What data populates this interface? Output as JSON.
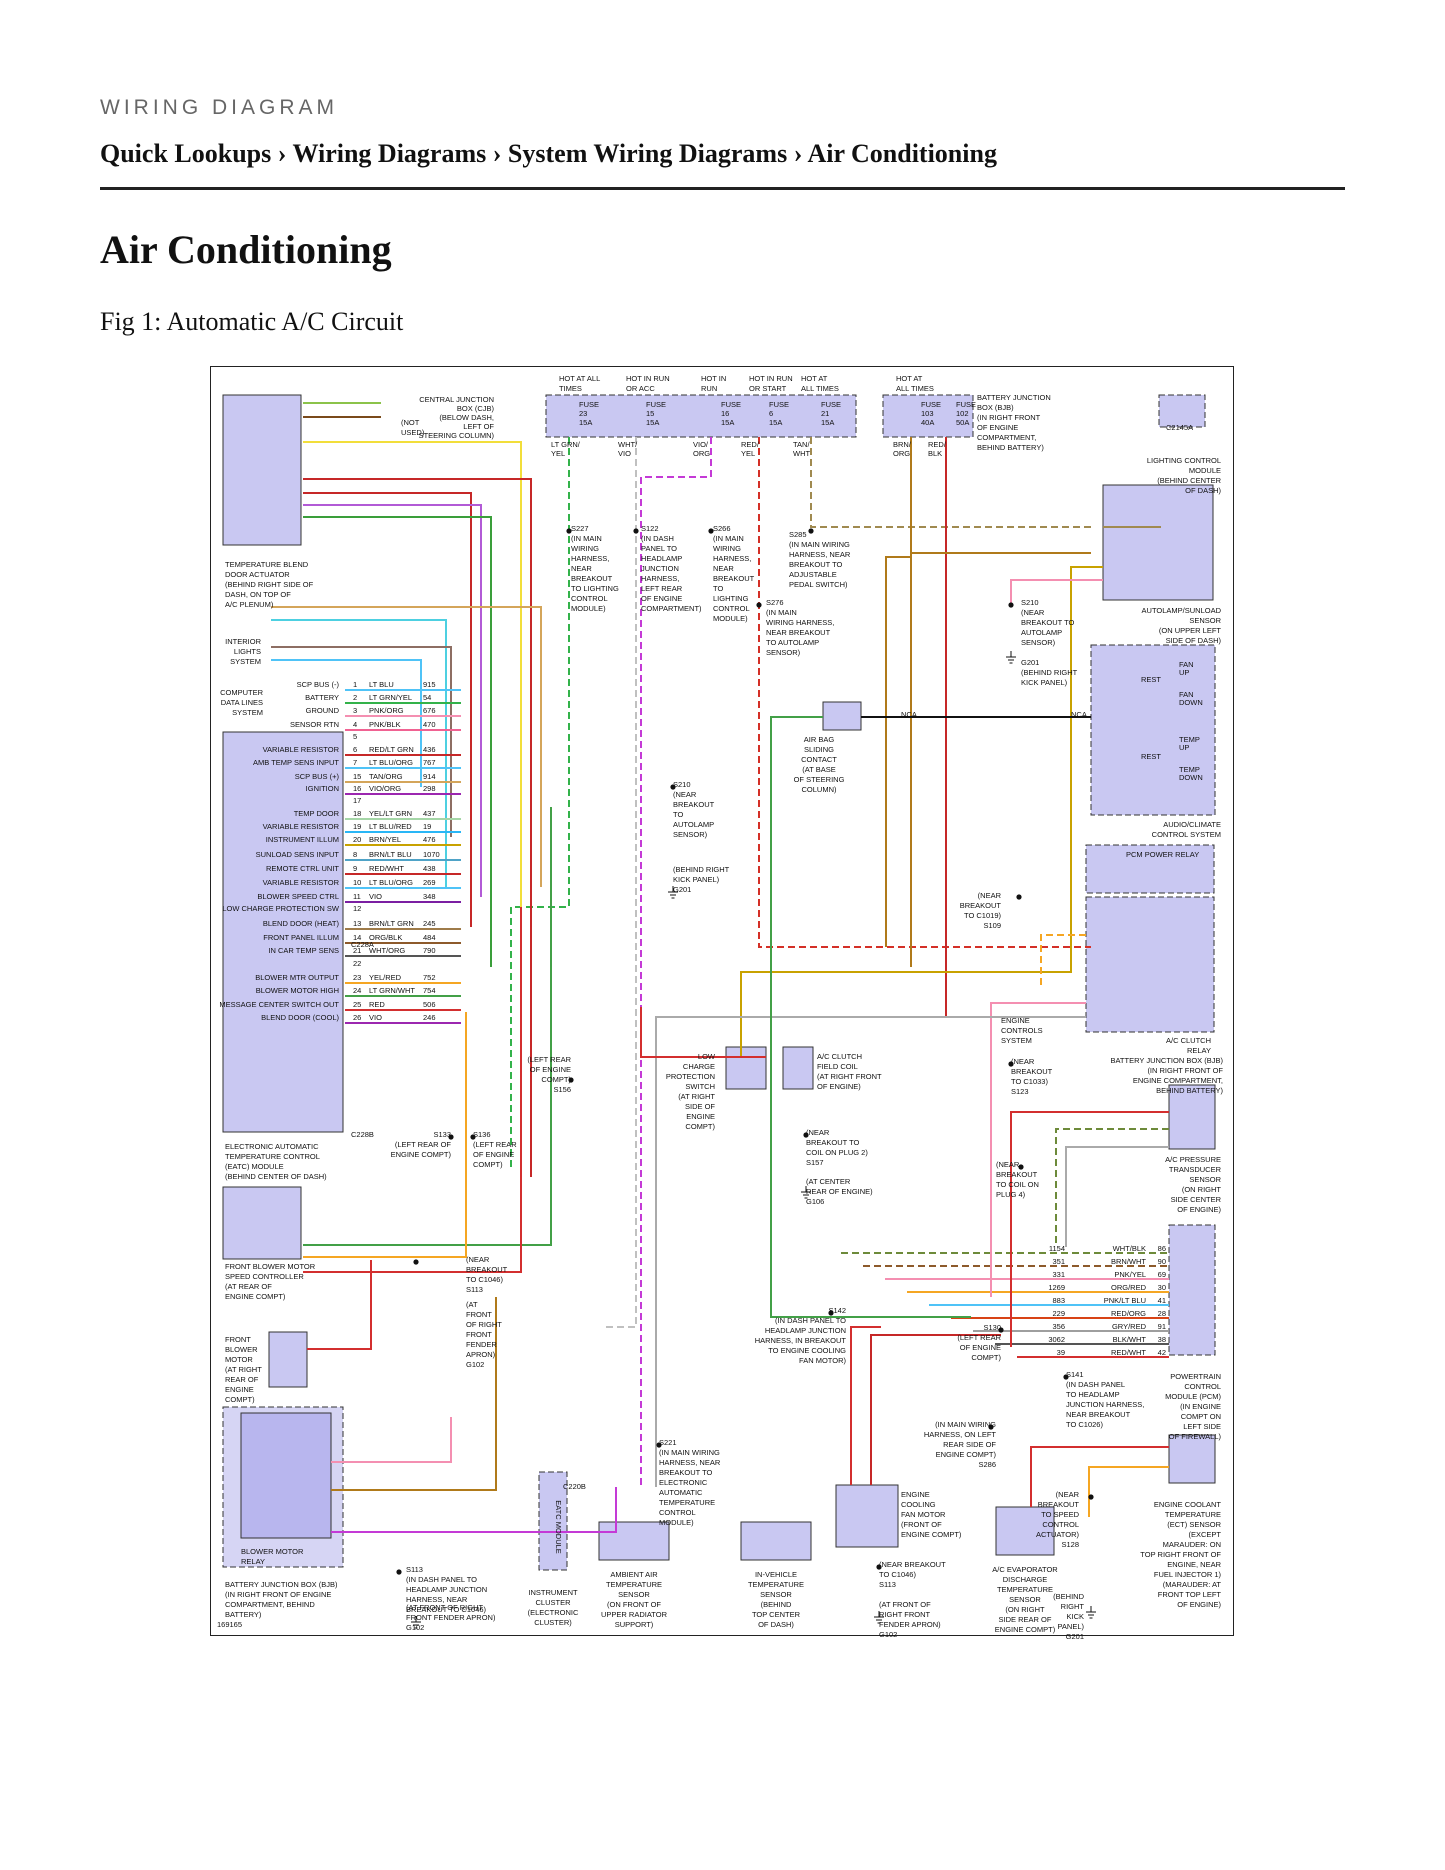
{
  "kicker": "WIRING DIAGRAM",
  "breadcrumb": [
    "Quick Lookups",
    "Wiring Diagrams",
    "System Wiring Diagrams",
    "Air Conditioning"
  ],
  "breadcrumb_sep": "›",
  "title": "Air Conditioning",
  "figure_caption": "Fig 1: Automatic A/C Circuit",
  "diagram_id": "169165",
  "fuse_panel": {
    "cjb_label": [
      "CENTRAL JUNCTION",
      "BOX (CJB)",
      "(BELOW DASH,",
      "LEFT OF",
      "STEERING COLUMN)"
    ],
    "bjb_label": [
      "BATTERY JUNCTION",
      "BOX (BJB)",
      "(IN RIGHT FRONT",
      "OF ENGINE",
      "COMPARTMENT,",
      "BEHIND BATTERY)"
    ],
    "fuses": [
      {
        "hot": [
          "HOT AT ALL",
          "TIMES"
        ],
        "name": "FUSE",
        "num": "23",
        "amp": "15A",
        "wire": [
          "LT GRN/",
          "YEL"
        ],
        "color": "#33b24a"
      },
      {
        "hot": [
          "HOT IN RUN",
          "OR ACC"
        ],
        "name": "FUSE",
        "num": "15",
        "amp": "15A",
        "wire": [
          "WHT/",
          "VIO"
        ],
        "color": "#c9c9c9"
      },
      {
        "hot": [
          "HOT IN",
          "RUN"
        ],
        "name": "FUSE",
        "num": "16",
        "amp": "15A",
        "wire": [
          "VIO/",
          "ORG"
        ],
        "color": "#c43ad6"
      },
      {
        "hot": [
          "HOT IN RUN",
          "OR START"
        ],
        "name": "FUSE",
        "num": "6",
        "amp": "15A",
        "wire": [
          "RED/",
          "YEL"
        ],
        "color": "#d43027"
      },
      {
        "hot": [
          "HOT AT",
          "ALL TIMES"
        ],
        "name": "FUSE",
        "num": "21",
        "amp": "15A",
        "wire": [
          "TAN/",
          "WHT"
        ],
        "color": "#a08a50"
      },
      {
        "hot": [
          "HOT AT",
          "ALL TIMES"
        ],
        "name": "FUSE",
        "num": "103",
        "amp": "40A",
        "wire": [
          "BRN/",
          "ORG"
        ],
        "color": "#b07a1a"
      },
      {
        "hot": [],
        "name": "FUSE",
        "num": "102",
        "amp": "50A",
        "wire": [
          "RED/",
          "BLK"
        ],
        "color": "#c62828"
      }
    ]
  },
  "components": {
    "blend_actuator": [
      "TEMPERATURE BLEND",
      "DOOR ACTUATOR",
      "(BEHIND RIGHT SIDE OF",
      "DASH, ON TOP OF",
      "A/C PLENUM)"
    ],
    "interior_lights": [
      "INTERIOR",
      "LIGHTS",
      "SYSTEM"
    ],
    "computer_data": [
      "COMPUTER",
      "DATA LINES",
      "SYSTEM"
    ],
    "eatc": [
      "ELECTRONIC AUTOMATIC",
      "TEMPERATURE CONTROL",
      "(EATC) MODULE",
      "(BEHIND CENTER OF DASH)"
    ],
    "blower_speed": [
      "FRONT BLOWER MOTOR",
      "SPEED CONTROLLER",
      "(AT REAR OF",
      "ENGINE COMPT)"
    ],
    "blower_motor": [
      "FRONT",
      "BLOWER",
      "MOTOR",
      "(AT RIGHT",
      "REAR OF",
      "ENGINE",
      "COMPT)"
    ],
    "blower_relay": [
      "BLOWER MOTOR",
      "RELAY"
    ],
    "bjb_lower": [
      "BATTERY JUNCTION BOX (BJB)",
      "(IN RIGHT FRONT OF ENGINE",
      "COMPARTMENT, BEHIND",
      "BATTERY)"
    ],
    "lighting_module": [
      "LIGHTING CONTROL",
      "MODULE",
      "(BEHIND CENTER",
      "OF DASH)"
    ],
    "autolamp": [
      "AUTOLAMP/SUNLOAD",
      "SENSOR",
      "(ON UPPER LEFT",
      "SIDE OF DASH)"
    ],
    "audio_climate": [
      "AUDIO/CLIMATE",
      "CONTROL SYSTEM"
    ],
    "airbag_contact": [
      "AIR BAG",
      "SLIDING",
      "CONTACT",
      "(AT BASE",
      "OF STEERING",
      "COLUMN)"
    ],
    "pcm_relay": "PCM POWER RELAY",
    "ac_clutch_relay": [
      "A/C CLUTCH",
      "RELAY"
    ],
    "bjb_right": [
      "BATTERY JUNCTION BOX (BJB)",
      "(IN RIGHT FRONT OF",
      "ENGINE COMPARTMENT,",
      "BEHIND BATTERY)"
    ],
    "pressure_transducer": [
      "A/C PRESSURE",
      "TRANSDUCER",
      "SENSOR",
      "(ON RIGHT",
      "SIDE CENTER",
      "OF ENGINE)"
    ],
    "pcm": [
      "POWERTRAIN",
      "CONTROL",
      "MODULE (PCM)",
      "(IN ENGINE",
      "COMPT ON",
      "LEFT SIDE",
      "OF FIREWALL)"
    ],
    "ect": [
      "ENGINE COOLANT",
      "TEMPERATURE",
      "(ECT) SENSOR",
      "(EXCEPT",
      "MARAUDER: ON",
      "TOP RIGHT FRONT OF",
      "ENGINE, NEAR",
      "FUEL INJECTOR 1)",
      "(MARAUDER: AT",
      "FRONT TOP LEFT",
      "OF ENGINE)"
    ],
    "low_charge": [
      "LOW",
      "CHARGE",
      "PROTECTION",
      "SWITCH",
      "(AT RIGHT",
      "SIDE OF",
      "ENGINE",
      "COMPT)"
    ],
    "clutch_coil": [
      "A/C CLUTCH",
      "FIELD COIL",
      "(AT RIGHT FRONT",
      "OF ENGINE)"
    ],
    "instrument_cluster": [
      "INSTRUMENT",
      "CLUSTER",
      "(ELECTRONIC",
      "CLUSTER)"
    ],
    "ambient_sensor": [
      "AMBIENT AIR",
      "TEMPERATURE",
      "SENSOR",
      "(ON FRONT OF",
      "UPPER RADIATOR",
      "SUPPORT)"
    ],
    "invehicle_sensor": [
      "IN-VEHICLE",
      "TEMPERATURE",
      "SENSOR",
      "(BEHIND",
      "TOP CENTER",
      "OF DASH)"
    ],
    "cooling_fan": [
      "ENGINE",
      "COOLING",
      "FAN MOTOR",
      "(FRONT OF",
      "ENGINE COMPT)"
    ],
    "evap_sensor": [
      "A/C EVAPORATOR",
      "DISCHARGE",
      "TEMPERATURE",
      "SENSOR",
      "(ON RIGHT",
      "SIDE REAR OF",
      "ENGINE COMPT)"
    ],
    "engine_controls": [
      "ENGINE",
      "CONTROLS",
      "SYSTEM"
    ]
  },
  "eatc_pins": [
    {
      "pin": "1",
      "label": "SCP BUS (-)",
      "wire": "LT BLU",
      "circuit": "915"
    },
    {
      "pin": "2",
      "label": "BATTERY",
      "wire": "LT GRN/YEL",
      "circuit": "54"
    },
    {
      "pin": "3",
      "label": "GROUND",
      "wire": "PNK/ORG",
      "circuit": "676"
    },
    {
      "pin": "4",
      "label": "SENSOR RTN",
      "wire": "PNK/BLK",
      "circuit": "470"
    },
    {
      "pin": "5",
      "label": "",
      "wire": "",
      "circuit": ""
    },
    {
      "pin": "6",
      "label": "VARIABLE RESISTOR",
      "wire": "RED/LT GRN",
      "circuit": "436"
    },
    {
      "pin": "7",
      "label": "AMB TEMP SENS INPUT",
      "wire": "LT BLU/ORG",
      "circuit": "767"
    },
    {
      "pin": "15",
      "label": "SCP BUS (+)",
      "wire": "TAN/ORG",
      "circuit": "914"
    },
    {
      "pin": "16",
      "label": "IGNITION",
      "wire": "VIO/ORG",
      "circuit": "298"
    },
    {
      "pin": "17",
      "label": "",
      "wire": "",
      "circuit": ""
    },
    {
      "pin": "18",
      "label": "TEMP DOOR",
      "wire": "YEL/LT GRN",
      "circuit": "437"
    },
    {
      "pin": "19",
      "label": "VARIABLE RESISTOR",
      "wire": "LT BLU/RED",
      "circuit": "19"
    },
    {
      "pin": "20",
      "label": "INSTRUMENT ILLUM",
      "wire": "BRN/YEL",
      "circuit": "476"
    },
    {
      "pin": "8",
      "label": "SUNLOAD SENS INPUT",
      "wire": "BRN/LT BLU",
      "circuit": "1070"
    },
    {
      "pin": "9",
      "label": "REMOTE CTRL UNIT",
      "wire": "RED/WHT",
      "circuit": "438"
    },
    {
      "pin": "10",
      "label": "VARIABLE RESISTOR",
      "wire": "LT BLU/ORG",
      "circuit": "269"
    },
    {
      "pin": "11",
      "label": "BLOWER SPEED CTRL",
      "wire": "VIO",
      "circuit": "348"
    },
    {
      "pin": "12",
      "label": "LOW CHARGE PROTECTION SW",
      "wire": "",
      "circuit": ""
    },
    {
      "pin": "13",
      "label": "BLEND DOOR (HEAT)",
      "wire": "BRN/LT GRN",
      "circuit": "245"
    },
    {
      "pin": "14",
      "label": "FRONT PANEL ILLUM",
      "wire": "ORG/BLK",
      "circuit": "484"
    },
    {
      "pin": "21",
      "label": "IN CAR TEMP SENS",
      "wire": "WHT/ORG",
      "circuit": "790"
    },
    {
      "pin": "22",
      "label": "",
      "wire": "",
      "circuit": ""
    },
    {
      "pin": "23",
      "label": "BLOWER MTR OUTPUT",
      "wire": "YEL/RED",
      "circuit": "752"
    },
    {
      "pin": "24",
      "label": "BLOWER MOTOR HIGH",
      "wire": "LT GRN/WHT",
      "circuit": "754"
    },
    {
      "pin": "25",
      "label": "MESSAGE CENTER SWITCH OUT",
      "wire": "RED",
      "circuit": "506"
    },
    {
      "pin": "26",
      "label": "BLEND DOOR (COOL)",
      "wire": "VIO",
      "circuit": "246"
    }
  ],
  "connector_labels": [
    "C228A",
    "C228B",
    "C220B",
    "C2145A"
  ],
  "pcm_pins": [
    {
      "circuit": "1154",
      "wire": "WHT/BLK",
      "pin": "86"
    },
    {
      "circuit": "351",
      "wire": "BRN/WHT",
      "pin": "90"
    },
    {
      "circuit": "331",
      "wire": "PNK/YEL",
      "pin": "69"
    },
    {
      "circuit": "1269",
      "wire": "ORG/RED",
      "pin": "30"
    },
    {
      "circuit": "883",
      "wire": "PNK/LT BLU",
      "pin": "41"
    },
    {
      "circuit": "229",
      "wire": "RED/ORG",
      "pin": "28"
    },
    {
      "circuit": "356",
      "wire": "GRY/RED",
      "pin": "91"
    },
    {
      "circuit": "3062",
      "wire": "BLK/WHT",
      "pin": "38"
    },
    {
      "circuit": "39",
      "wire": "RED/WHT",
      "pin": "42"
    }
  ],
  "splices": {
    "S227": [
      "S227",
      "(IN MAIN",
      "WIRING",
      "HARNESS,",
      "NEAR",
      "BREAKOUT",
      "TO LIGHTING",
      "CONTROL",
      "MODULE)"
    ],
    "S122": [
      "S122",
      "(IN DASH",
      "PANEL TO",
      "HEADLAMP",
      "JUNCTION",
      "HARNESS,",
      "LEFT REAR",
      "OF ENGINE",
      "COMPARTMENT)"
    ],
    "S266": [
      "S266",
      "(IN MAIN",
      "WIRING",
      "HARNESS,",
      "NEAR",
      "BREAKOUT",
      "TO",
      "LIGHTING",
      "CONTROL",
      "MODULE)"
    ],
    "S285": [
      "S285",
      "(IN MAIN WIRING",
      "HARNESS, NEAR",
      "BREAKOUT TO",
      "ADJUSTABLE",
      "PEDAL SWITCH)"
    ],
    "S276": [
      "S276",
      "(IN MAIN",
      "WIRING HARNESS,",
      "NEAR BREAKOUT",
      "TO AUTOLAMP",
      "SENSOR)"
    ],
    "S210a": [
      "S210",
      "(NEAR",
      "BREAKOUT TO",
      "AUTOLAMP",
      "SENSOR)"
    ],
    "G201a": [
      "G201",
      "(BEHIND RIGHT",
      "KICK PANEL)"
    ],
    "S210b": [
      "S210",
      "(NEAR",
      "BREAKOUT",
      "TO",
      "AUTOLAMP",
      "SENSOR)"
    ],
    "G201b": [
      "(BEHIND RIGHT",
      "KICK PANEL)",
      "G201"
    ],
    "S109": [
      "(NEAR",
      "BREAKOUT",
      "TO C1019)",
      "S109"
    ],
    "S123": [
      "(NEAR",
      "BREAKOUT",
      "TO C1033)",
      "S123"
    ],
    "S126": [
      "(NEAR",
      "BREAKOUT",
      "TO COIL ON",
      "PLUG 4)"
    ],
    "S156": [
      "(LEFT REAR",
      "OF ENGINE",
      "COMPT)",
      "S156"
    ],
    "S133": [
      "S133",
      "(LEFT REAR OF",
      "ENGINE COMPT)"
    ],
    "S136": [
      "S136",
      "(LEFT REAR",
      "OF ENGINE",
      "COMPT)"
    ],
    "S157": [
      "(NEAR",
      "BREAKOUT TO",
      "COIL ON PLUG 2)",
      "S157"
    ],
    "G106": [
      "(AT CENTER",
      "REAR OF ENGINE)",
      "G106"
    ],
    "S113a": [
      "(NEAR",
      "BREAKOUT",
      "TO C1046)",
      "S113"
    ],
    "G102a": [
      "(AT",
      "FRONT",
      "OF RIGHT",
      "FRONT",
      "FENDER",
      "APRON)",
      "G102"
    ],
    "S142": [
      "S142",
      "(IN DASH PANEL TO",
      "HEADLAMP JUNCTION",
      "HARNESS, IN BREAKOUT",
      "TO ENGINE COOLING",
      "FAN MOTOR)"
    ],
    "S130": [
      "S130",
      "(LEFT REAR",
      "OF ENGINE",
      "COMPT)"
    ],
    "S141": [
      "S141",
      "(IN DASH PANEL",
      "TO HEADLAMP",
      "JUNCTION HARNESS,",
      "NEAR BREAKOUT",
      "TO C1026)"
    ],
    "S286": [
      "(IN MAIN WIRING",
      "HARNESS, ON LEFT",
      "REAR SIDE OF",
      "ENGINE COMPT)",
      "S286"
    ],
    "S221": [
      "S221",
      "(IN MAIN WIRING",
      "HARNESS, NEAR",
      "BREAKOUT TO",
      "ELECTRONIC",
      "AUTOMATIC",
      "TEMPERATURE",
      "CONTROL",
      "MODULE)"
    ],
    "S113b": [
      "S113",
      "(IN DASH PANEL TO",
      "HEADLAMP JUNCTION",
      "HARNESS, NEAR",
      "BREAKOUT TO C1046)"
    ],
    "G102b": [
      "(AT FRONT OF RIGHT",
      "FRONT FENDER APRON)",
      "G102"
    ],
    "S113c": [
      "(NEAR BREAKOUT",
      "TO C1046)",
      "S113"
    ],
    "G102c": [
      "(AT FRONT OF",
      "RIGHT FRONT",
      "FENDER APRON)",
      "G102"
    ],
    "S128": [
      "(NEAR",
      "BREAKOUT",
      "TO SPEED",
      "CONTROL",
      "ACTUATOR)",
      "S128"
    ],
    "G201c": [
      "(BEHIND",
      "RIGHT",
      "KICK",
      "PANEL)",
      "G201"
    ]
  },
  "misc_labels": {
    "not_used": [
      "(NOT",
      "USED)"
    ],
    "nca": "NCA",
    "fan_up": [
      "FAN",
      "UP"
    ],
    "fan_down": [
      "FAN",
      "DOWN"
    ],
    "temp_up": [
      "TEMP",
      "UP"
    ],
    "temp_down": [
      "TEMP",
      "DOWN"
    ],
    "rest": "REST",
    "eatc_module_vertical": "EATC MODULE"
  }
}
